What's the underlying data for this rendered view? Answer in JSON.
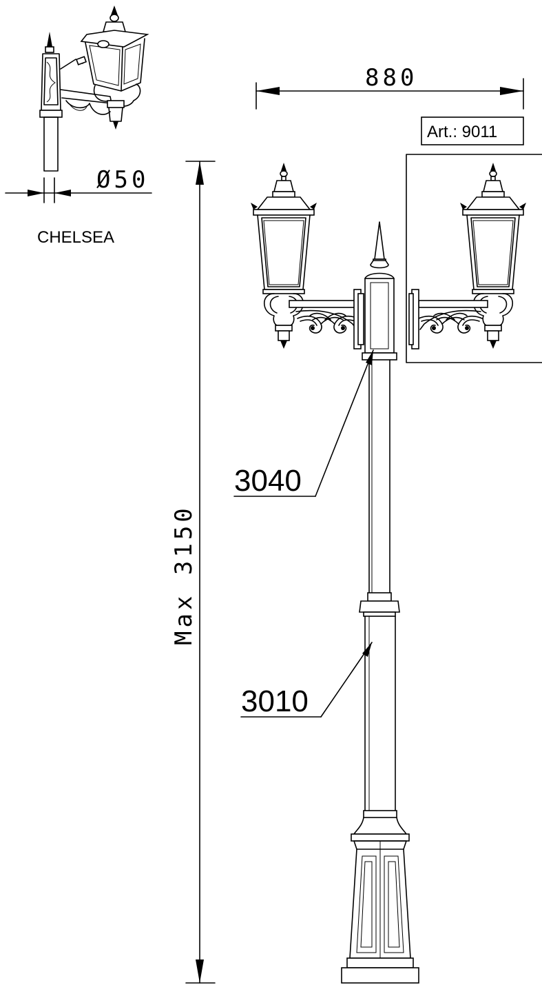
{
  "drawing": {
    "width_dimension": "880",
    "height_dimension": "Max 3150",
    "article_box": "Art.: 9011",
    "diameter_label": "Ø50",
    "product_name": "CHELSEA",
    "callouts": {
      "upper": "3040",
      "lower": "3010"
    }
  },
  "colors": {
    "line": "#000000",
    "background": "#ffffff"
  }
}
